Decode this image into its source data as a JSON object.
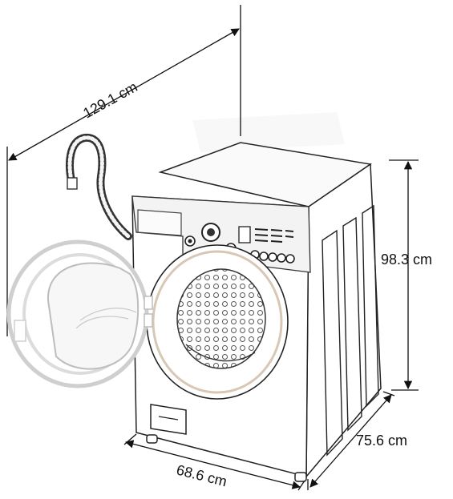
{
  "dimensions": {
    "diagonal": "129.1 cm",
    "height": "98.3 cm",
    "depth": "75.6 cm",
    "width": "68.6 cm"
  },
  "colors": {
    "outline": "#222222",
    "ghost": "#c9c9c9",
    "panel_fill": "#f3f3f3",
    "window_ring": "#d9c7b6",
    "dimension_line": "#111111"
  },
  "icons": {
    "hose": "drain-hose-icon",
    "door": "open-door-icon",
    "drum": "drum-icon"
  }
}
